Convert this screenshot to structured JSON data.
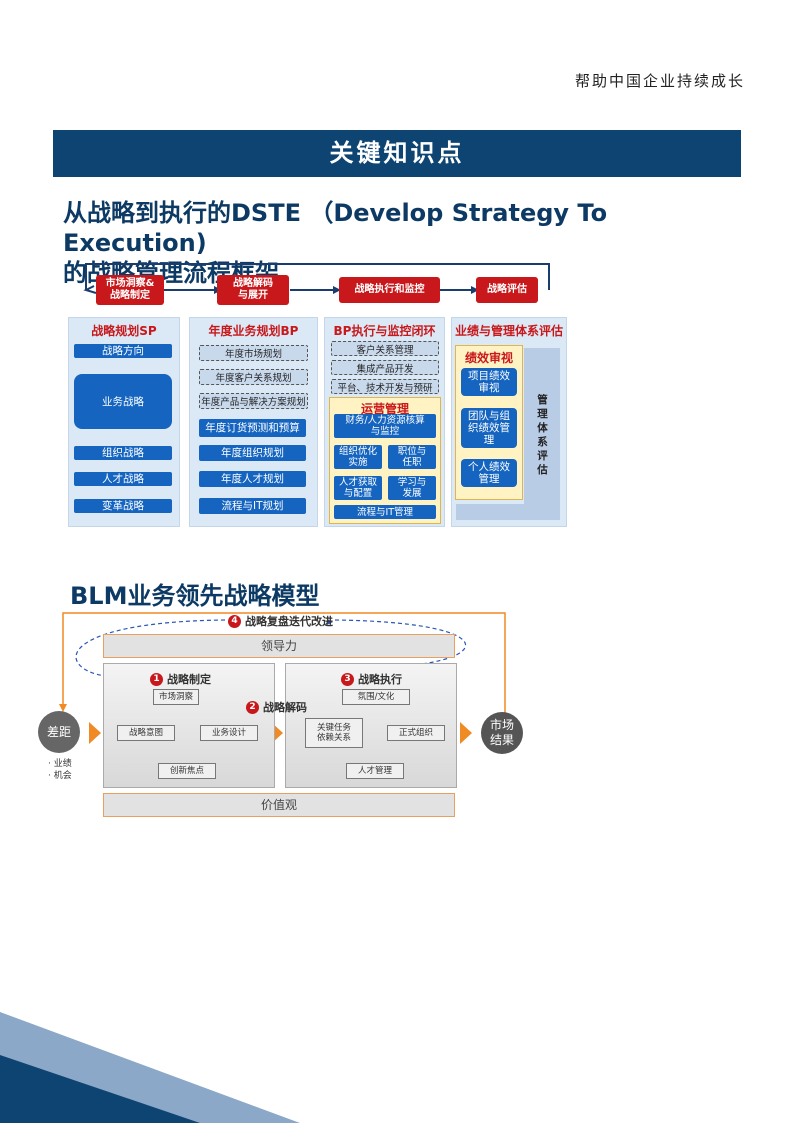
{
  "header": {
    "tagline": "帮助中国企业持续成长",
    "banner_title": "关键知识点"
  },
  "dste": {
    "heading_line1": "从战略到执行的DSTE （Develop Strategy To Execution)",
    "heading_line2": "的战略管理流程框架",
    "steps": [
      "市场洞察&\n战略制定",
      "战略解码\n与展开",
      "战略执行和监控",
      "战略评估"
    ],
    "columns": {
      "sp": {
        "title": "战略规划SP",
        "items": [
          "战略方向",
          "业务战略",
          "组织战略",
          "人才战略",
          "变革战略"
        ]
      },
      "bp": {
        "title": "年度业务规划BP",
        "dashed": [
          "年度市场规划",
          "年度客户关系规划",
          "年度产品与解决方案规划"
        ],
        "items": [
          "年度订货预测和预算",
          "年度组织规划",
          "年度人才规划",
          "流程与IT规划"
        ]
      },
      "exec": {
        "title": "BP执行与监控闭环",
        "dashed": [
          "客户关系管理",
          "集成产品开发",
          "平台、技术开发与预研"
        ],
        "ops_title": "运营管理",
        "ops_items": [
          "财务/人力资源核算\n与监控",
          "组织优化\n实施",
          "职位与\n任职",
          "人才获取\n与配置",
          "学习与\n发展",
          "流程与IT管理"
        ]
      },
      "eval": {
        "title": "业绩与管理体系评估",
        "perf_title": "绩效审视",
        "perf_items": [
          "项目绩效\n审视",
          "团队与组\n织绩效管\n理",
          "个人绩效\n管理"
        ],
        "mgmt_label": "管理体系评估"
      }
    }
  },
  "blm": {
    "heading": "BLM业务领先战略模型",
    "loop_label": "战略复盘迭代改进",
    "loop_num": "4",
    "top_bar": "领导力",
    "bottom_bar": "价值观",
    "left_circle": "差距",
    "right_circle": "市场\n结果",
    "gaps": [
      "业绩",
      "机会"
    ],
    "step1": {
      "num": "1",
      "label": "战略制定"
    },
    "step2": {
      "num": "2",
      "label": "战略解码"
    },
    "step3": {
      "num": "3",
      "label": "战略执行"
    },
    "left_panel": {
      "top": "市场洞察",
      "left": "战略意图",
      "right": "业务设计",
      "bottom": "创新焦点"
    },
    "right_panel": {
      "top": "氛围/文化",
      "left": "关键任务\n依赖关系",
      "right": "正式组织",
      "bottom": "人才管理"
    }
  },
  "colors": {
    "navy": "#0d4472",
    "red": "#c8181b",
    "blue": "#1565c0",
    "orange": "#f08a24"
  }
}
